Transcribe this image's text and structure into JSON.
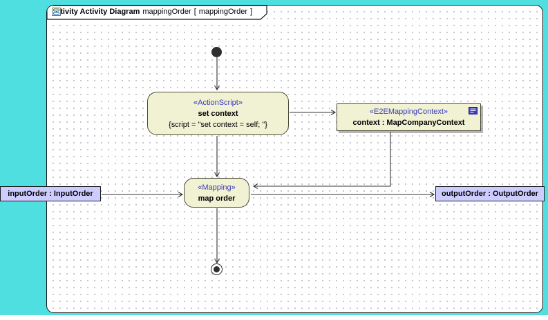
{
  "header": {
    "kind": "activity Activity Diagram",
    "name": "mappingOrder",
    "bracket_open": "[",
    "ref": "mappingOrder",
    "bracket_close": "]"
  },
  "nodes": {
    "set_context": {
      "stereotype": "«ActionScript»",
      "name": "set context",
      "script": "{script = \"set context = self; \"}"
    },
    "context_obj": {
      "stereotype": "«E2EMappingContext»",
      "name": "context : MapCompanyContext"
    },
    "map_order": {
      "stereotype": "«Mapping»",
      "name": "map order"
    },
    "input_param": {
      "label": "inputOrder : InputOrder"
    },
    "output_param": {
      "label": "outputOrder : OutputOrder"
    }
  },
  "colors": {
    "outer_bg": "#50DFE0",
    "canvas_bg": "#FFFFFF",
    "grid_dot": "#C3C3CE",
    "node_fill": "#F1F1D4",
    "node_border": "#4A4A38",
    "param_fill": "#CCCCFF",
    "stereotype": "#3939B8",
    "edge": "#333333"
  }
}
